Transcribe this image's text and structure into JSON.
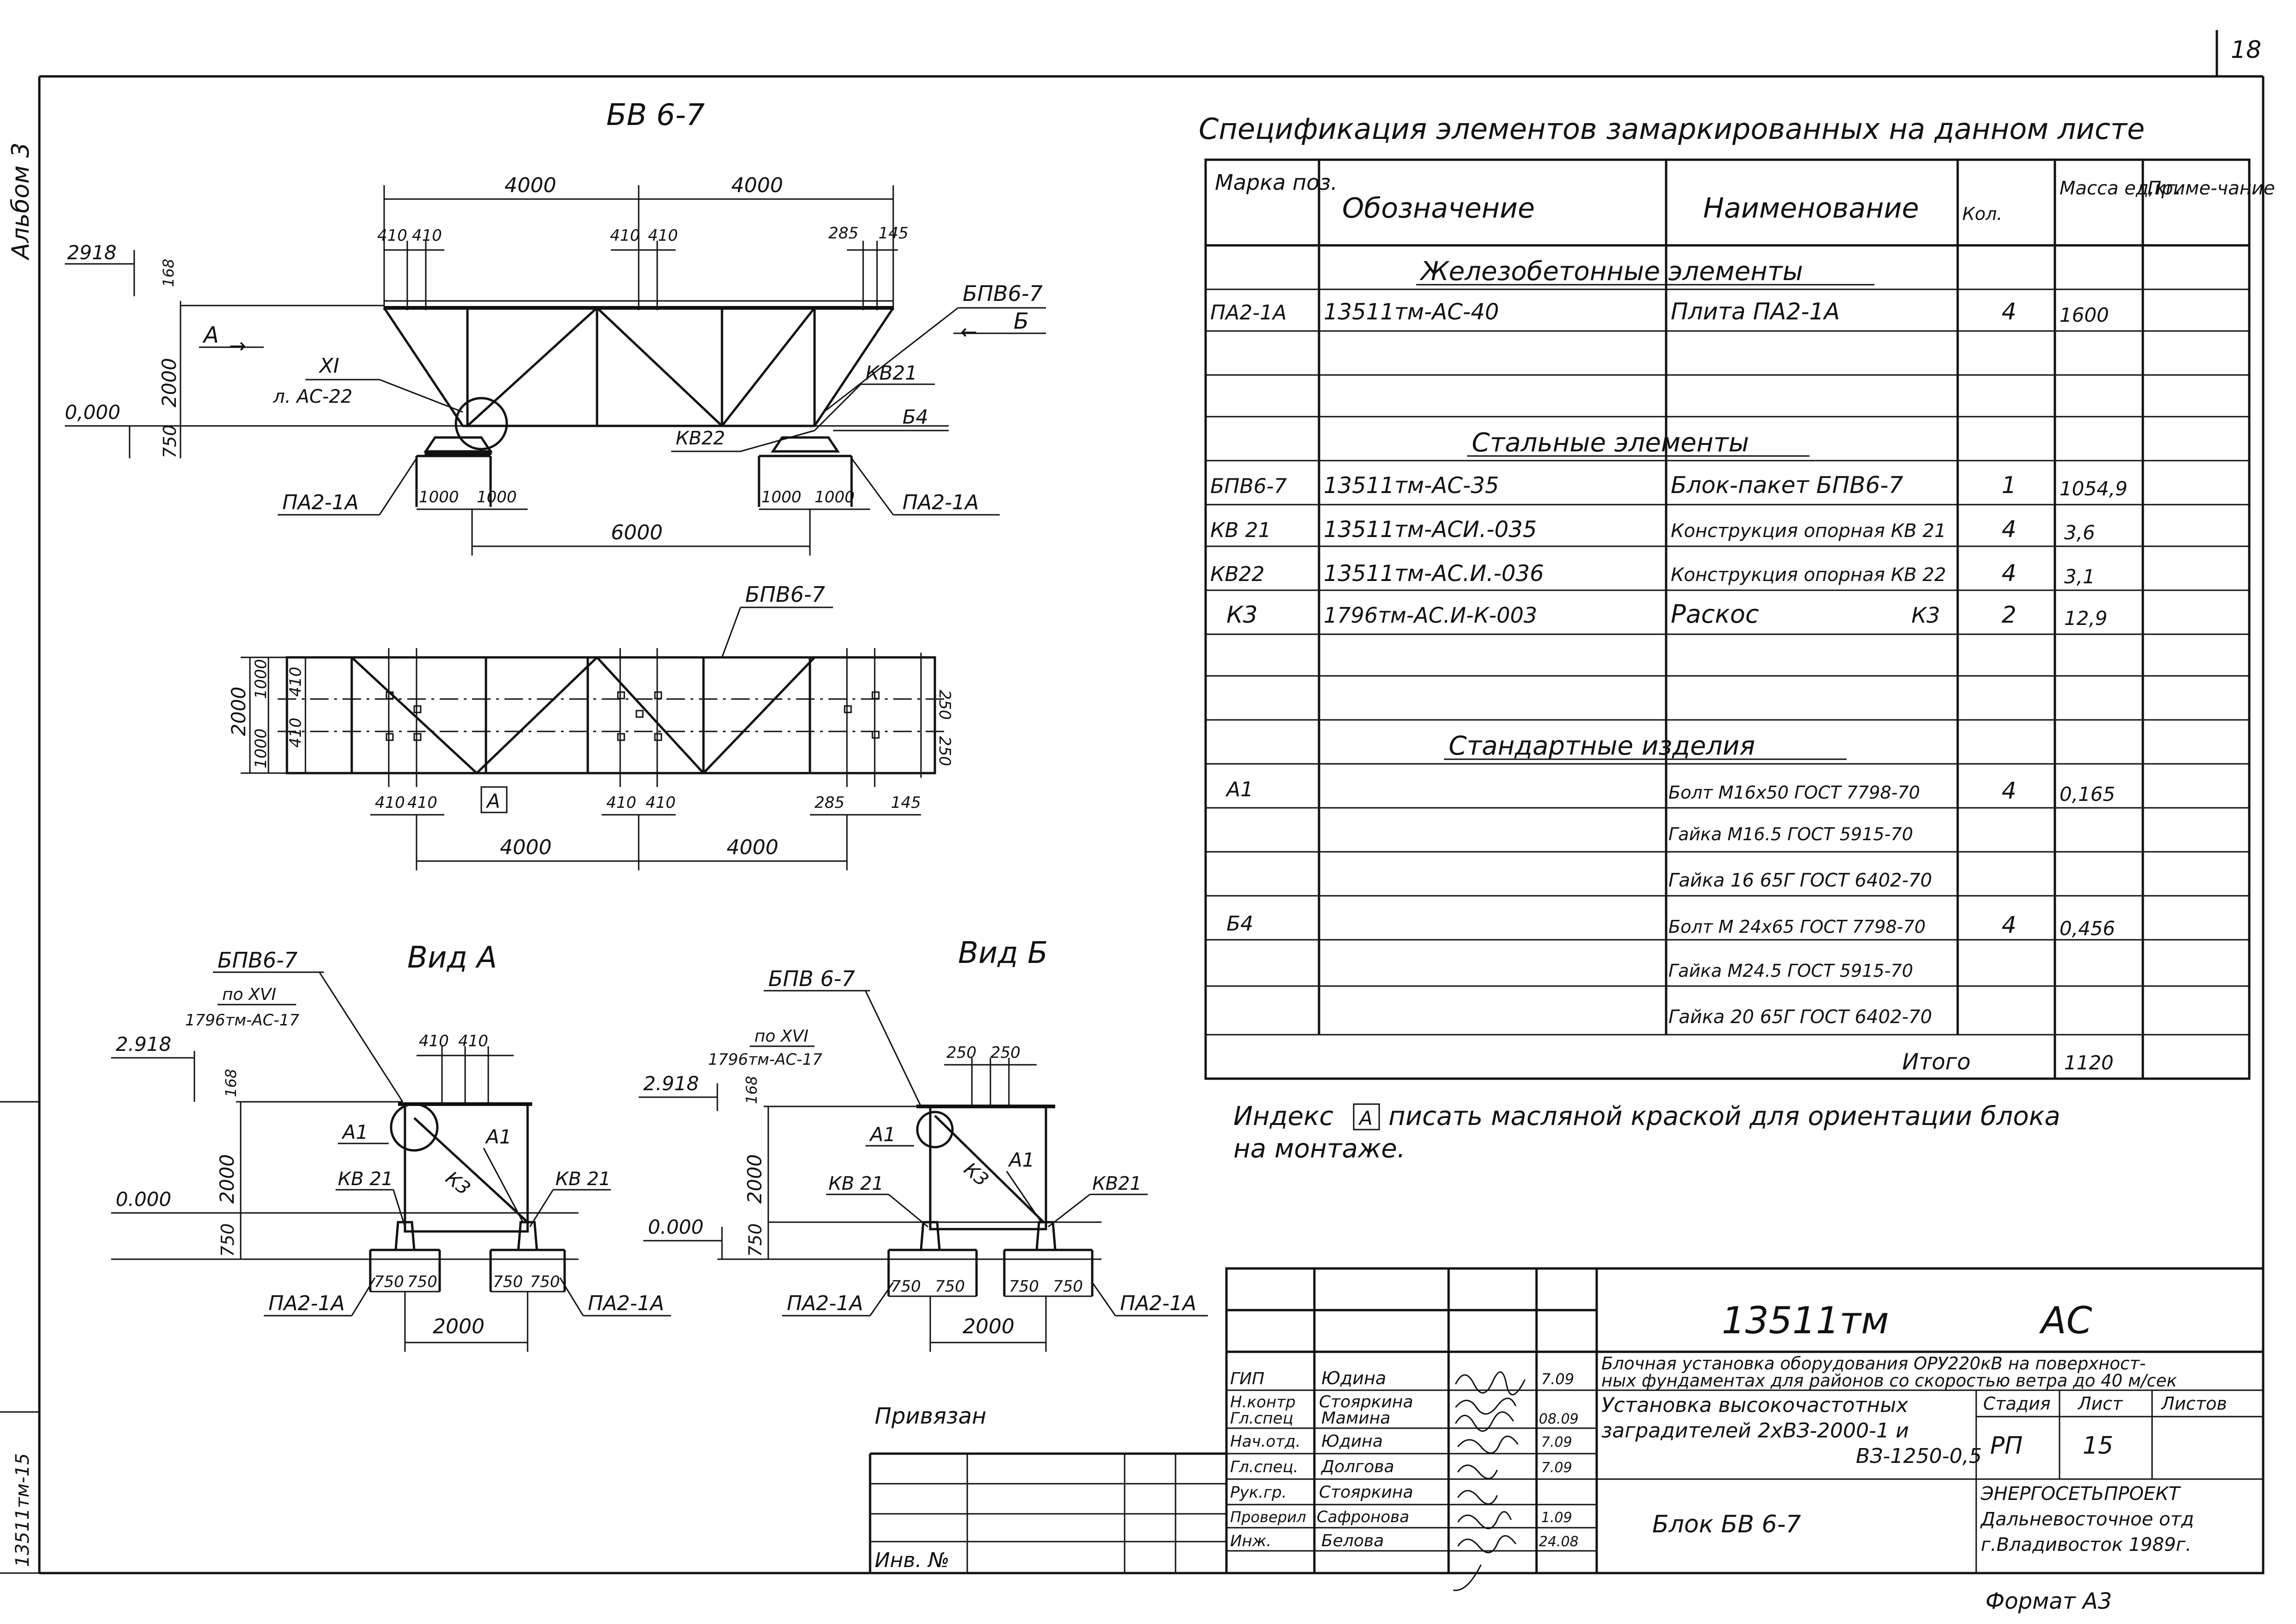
{
  "sheet": {
    "page_number": "18",
    "album": "Альбом 3",
    "side_code": "13511тм-15",
    "format": "Формат А3"
  },
  "elevation": {
    "title": "БВ 6-7",
    "dims": {
      "top_left": "4000",
      "top_right": "4000",
      "a1": "410",
      "a2": "410",
      "b1": "410",
      "b2": "410",
      "c1": "285",
      "c2": "145",
      "lvl_top": "2918",
      "h168": "168",
      "h2000": "2000",
      "h750": "750",
      "lvl_zero": "0,000",
      "pad1": "1000",
      "pad2": "1000",
      "pad3": "1000",
      "pad4": "1000",
      "span": "6000"
    },
    "labels": {
      "bpv": "БПВ6-7",
      "arrow_a": "А",
      "arrow_b": "Б",
      "node_num": "XI",
      "node_sheet": "л. АС-22",
      "kv21": "КВ21",
      "kv22": "КВ22",
      "b4": "Б4",
      "pa_left": "ПА2-1А",
      "pa_right": "ПА2-1А"
    }
  },
  "plan": {
    "label": "БПВ6-7",
    "dims": {
      "h2000": "2000",
      "h1000a": "1000",
      "h1000b": "1000",
      "h410a": "410",
      "h410b": "410",
      "r250a": "250",
      "r250b": "250",
      "b410a": "410",
      "b410b": "410",
      "b410c": "410",
      "b410d": "410",
      "b285": "285",
      "b145": "145",
      "tot1": "4000",
      "tot2": "4000"
    },
    "index_mark": "А"
  },
  "view_a": {
    "title": "Вид А",
    "labels": {
      "bpv": "БПВ6-7",
      "ref": "по XVI",
      "ref_doc": "1796тм-АС-17",
      "d410a": "410",
      "d410b": "410",
      "lvl_top": "2.918",
      "h168": "168",
      "h2000": "2000",
      "h750": "750",
      "lvl_zero": "0.000",
      "a1_left": "А1",
      "a1_right": "А1",
      "k3": "К3",
      "kv_left": "КВ 21",
      "kv_right": "КВ 21",
      "p1": "750",
      "p2": "750",
      "p3": "750",
      "p4": "750",
      "span": "2000",
      "pa_left": "ПА2-1А",
      "pa_right": "ПА2-1А"
    }
  },
  "view_b": {
    "title": "Вид Б",
    "labels": {
      "bpv": "БПВ 6-7",
      "ref": "по XVI",
      "ref_doc": "1796тм-АС-17",
      "d250a": "250",
      "d250b": "250",
      "lvl_top": "2.918",
      "h168": "168",
      "h2000": "2000",
      "h750": "750",
      "lvl_zero": "0.000",
      "a1_left": "А1",
      "a1_right": "А1",
      "k3": "К3",
      "kv_left": "КВ 21",
      "kv_right": "КВ21",
      "p1": "750",
      "p2": "750",
      "p3": "750",
      "p4": "750",
      "span": "2000",
      "pa_left": "ПА2-1А",
      "pa_right": "ПА2-1А"
    }
  },
  "spec": {
    "title": "Спецификация элементов замаркированных на данном листе",
    "headers": {
      "mark": "Марка поз.",
      "designation": "Обозначение",
      "name": "Наименование",
      "qty": "Кол.",
      "mass": "Масса ед,кг.",
      "note": "Приме-чание"
    },
    "sections": {
      "rc": "Железобетонные элементы",
      "steel": "Стальные элементы",
      "std": "Стандартные изделия"
    },
    "rows": [
      {
        "mark": "ПА2-1А",
        "des": "13511тм-АС-40",
        "name": "Плита ПА2-1А",
        "qty": "4",
        "mass": "1600"
      },
      {
        "mark": "БПВ6-7",
        "des": "13511тм-АС-35",
        "name": "Блок-пакет БПВ6-7",
        "qty": "1",
        "mass": "1054,9"
      },
      {
        "mark": "КВ 21",
        "des": "13511тм-АСИ.-035",
        "name": "Конструкция опорная КВ 21",
        "qty": "4",
        "mass": "3,6"
      },
      {
        "mark": "КВ22",
        "des": "13511тм-АС.И.-036",
        "name": "Конструкция опорная КВ 22",
        "qty": "4",
        "mass": "3,1"
      },
      {
        "mark": "К3",
        "des": "1796тм-АС.И-К-003",
        "name": "Раскос",
        "name2": "К3",
        "qty": "2",
        "mass": "12,9"
      },
      {
        "mark": "А1",
        "name": "Болт М16х50 ГОСТ 7798-70",
        "qty": "4",
        "mass": "0,165"
      },
      {
        "name": "Гайка М16.5 ГОСТ 5915-70"
      },
      {
        "name": "Гайка 16 65Г ГОСТ 6402-70"
      },
      {
        "mark": "Б4",
        "name": "Болт М 24х65 ГОСТ 7798-70",
        "qty": "4",
        "mass": "0,456"
      },
      {
        "name": "Гайка М24.5 ГОСТ 5915-70"
      },
      {
        "name": "Гайка 20 65Г ГОСТ 6402-70"
      }
    ],
    "total_label": "Итого",
    "total_value": "1120"
  },
  "note_text_1": "Индекс",
  "note_text_1b": "писать масляной краской для ориентации блока",
  "note_text_2": "на монтаже.",
  "stamp": {
    "code": "13511тм",
    "suffix": "АС",
    "binding_label": "Привязан",
    "inv_label": "Инв. №",
    "project_line1": "Блочная установка оборудования ОРУ220кВ на поверхност-",
    "project_line2": "ных фундаментах для районов со скоростью ветра до 40 м/сек",
    "title_line1": "Установка высокочастотных",
    "title_line2": "заградителей 2хВЗ-2000-1 и",
    "title_line3": "ВЗ-1250-0,5",
    "block_title": "Блок БВ 6-7",
    "stage_hdr": "Стадия",
    "sheet_hdr": "Лист",
    "sheets_hdr": "Листов",
    "stage": "РП",
    "sheet_num": "15",
    "org1": "ЭНЕРГОСЕТЬПРОЕКТ",
    "org2": "Дальневосточное отд",
    "org3": "г.Владивосток 1989г.",
    "roles": [
      {
        "role": "ГИП",
        "name": "Юдина",
        "date": "7.09"
      },
      {
        "role": "Н.контр",
        "name": "Стояркина"
      },
      {
        "role": "Гл.спец",
        "name": "Мамина",
        "date": "08.09"
      },
      {
        "role": "Нач.отд.",
        "name": "Юдина",
        "date": "7.09"
      },
      {
        "role": "Гл.спец.",
        "name": "Долгова",
        "date": "7.09"
      },
      {
        "role": "Рук.гр.",
        "name": "Стояркина"
      },
      {
        "role": "Проверил",
        "name": "Сафронова",
        "date": "1.09"
      },
      {
        "role": "Инж.",
        "name": "Белова",
        "date": "24.08"
      }
    ]
  }
}
